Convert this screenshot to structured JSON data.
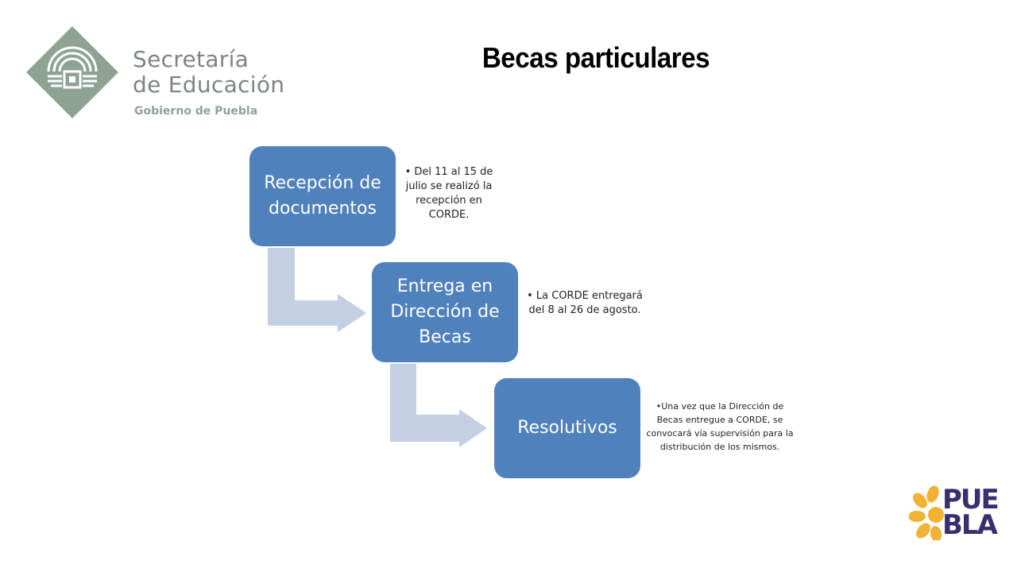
{
  "logo": {
    "line1": "Secretaría",
    "line2": "de Educación",
    "line3": "Gobierno de Puebla",
    "icon": "education-emblem-icon",
    "color": "#8fa395"
  },
  "title": "Becas particulares",
  "steps": [
    {
      "label": "Recepción de documentos",
      "note": "• Del 11 al 15 de julio se realizó la recepción en CORDE."
    },
    {
      "label": "Entrega en Dirección de Becas",
      "note": "• La CORDE entregará del 8 al 26 de agosto."
    },
    {
      "label": "Resolutivos",
      "note": "•Una vez que la Dirección de Becas entregue a CORDE, se convocará vía supervisión para la distribución de los mismos."
    }
  ],
  "colors": {
    "box": "#4f81bd",
    "arrow": "#c3cfe2"
  },
  "brand": {
    "line1": "PUE",
    "line2": "BLA",
    "icon": "puebla-flower-icon",
    "colors": [
      "#f2b233",
      "#3a2e6e"
    ]
  }
}
